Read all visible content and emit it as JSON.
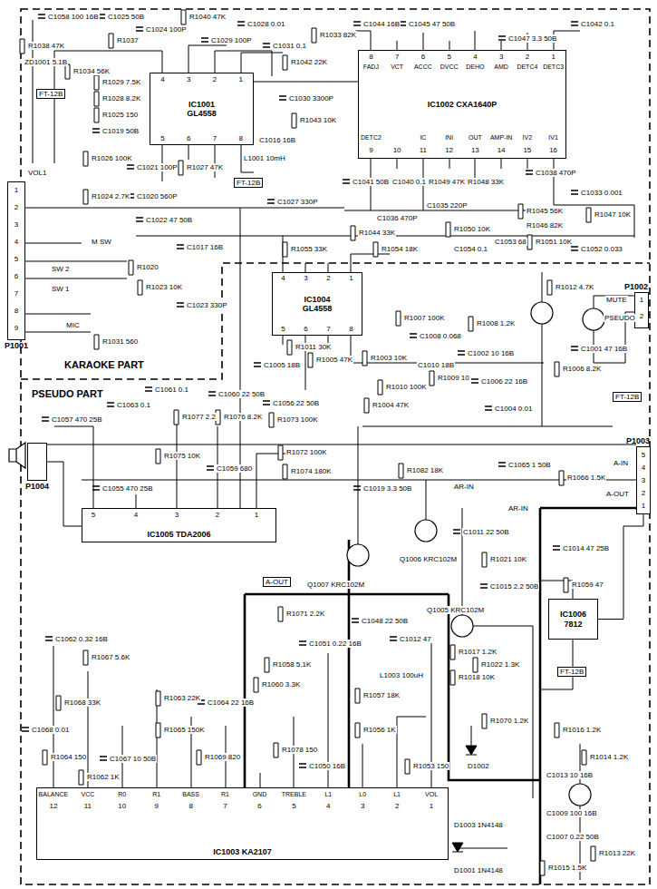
{
  "diagram": {
    "nodes": [
      {
        "text": [
          "IC1001",
          "GL4558"
        ]
      },
      {
        "text": [
          "IC1002 CXA1640P"
        ]
      },
      {
        "text": [
          "IC1004",
          "GL4558"
        ]
      },
      {
        "text": [
          "IC1005 TDA2006"
        ]
      },
      {
        "text": [
          "IC1003 KA2107"
        ]
      },
      {
        "text": [
          "IC1006",
          "7812"
        ]
      },
      {
        "text": [
          "P1001"
        ]
      },
      {
        "text": [
          "P1002"
        ]
      },
      {
        "text": [
          "P1003"
        ]
      },
      {
        "text": [
          "P1004"
        ]
      }
    ],
    "edges": [
      {
        "from": 0,
        "to": 1,
        "arrow": "none"
      },
      {
        "from": 5,
        "to": 8,
        "arrow": "none"
      },
      {
        "from": 3,
        "to": 9,
        "arrow": "none"
      }
    ],
    "labels": [
      "ZD1001 5.1B",
      "C1058 100 16B",
      "R1038 47K",
      "C1025 50B",
      "R1037",
      "C1024 100P",
      "R1040 47K",
      "C1029 100P",
      "C1028 0.01",
      "C1031 0.1",
      "R1042 22K",
      "R1033 82K",
      "C1044 16B",
      "C1045 47 50B",
      "C1047 3.3 50B",
      "C1042 0.1",
      "R1034 56K",
      "R1029 7.5K",
      "R1028 8.2K",
      "R1025 150",
      "C1019 50B",
      "R1026 100K",
      "R1024 2.7K",
      "C1021 100P",
      "C1020 560P",
      "R1027 47K",
      "C1016 16B",
      "C1030 3300P",
      "R1043 10K",
      "L1001 10mH",
      "FT-12B",
      "C1027 330P",
      "FT-12B",
      "VOL1",
      "M SW",
      "C1022 47 50B",
      "C1017 16B",
      "R1020",
      "R1023 10K",
      "C1023 330P",
      "SW 2",
      "SW 1",
      "MIC",
      "R1031 560",
      "KARAOKE PART",
      "PSEUDO PART",
      "FADJ",
      "VCT",
      "ACCC",
      "DVCC",
      "DEHO",
      "AMD",
      "DETC4",
      "DETC3",
      "DETC2",
      "IC",
      "INI",
      "OUT",
      "AMP-IN",
      "IV2",
      "IV1",
      "8",
      "7",
      "6",
      "5",
      "4",
      "3",
      "2",
      "1",
      "9",
      "10",
      "11",
      "12",
      "13",
      "14",
      "15",
      "16",
      "C1041 50B",
      "C1040 0.1",
      "R1049 47K",
      "R1048 33K",
      "C1038 470P",
      "C1035 220P",
      "C1036 470P",
      "R1044 33K",
      "C1033 0.001",
      "R1047 10K",
      "R1045 56K",
      "R1046 82K",
      "R1055 33K",
      "R1054 18K",
      "C1054 0.1",
      "R1050 10K",
      "C1052 0.033",
      "R1051 10K",
      "C1053 68",
      "MUTE",
      "PSEUDO",
      "R1012 4.7K",
      "C1001 47 16B",
      "R1006 8.2K",
      "R1008 1.2K",
      "C1002 10 16B",
      "C1008 0.068",
      "R1007 100K",
      "R1003 10K",
      "R1011 30K",
      "R1005 47K",
      "C1005 18B",
      "C1010 18B",
      "R1009 10",
      "C1006 22 16B",
      "R1010 100K",
      "C1004 0.01",
      "R1004 47K",
      "FT-12B",
      "C1061 0.1",
      "R1077 2.2",
      "R1076 8.2K",
      "C1060 22 50B",
      "C1057 470 25B",
      "C1063 0.1",
      "R1073 100K",
      "C1056 22 50B",
      "R1072 100K",
      "R1074 180K",
      "C1059 680",
      "R1075 10K",
      "C1055 470 25B",
      "R1082 18K",
      "C1065 1 50B",
      "R1066 1.5K",
      "A-IN",
      "AR-IN",
      "A-OUT",
      "C1019 3.3 50B",
      "5",
      "4",
      "3",
      "2",
      "1",
      "Q1007 KRC102M",
      "Q1006 KRC102M",
      "Q1005 KRC102M",
      "C1011 22 50B",
      "R1021 10K",
      "C1014 47 25B",
      "R1059 47",
      "C1015 2.2 50B",
      "AR-IN",
      "FT-12B",
      "A-OUT",
      "R1071 2.2K",
      "C1012 47",
      "R1022 1.3K",
      "R1017 1.2K",
      "R1018 10K",
      "C1048 22 50B",
      "L1003 100uH",
      "R1057 18K",
      "R1056 1K",
      "C1051 0.22 16B",
      "R1058 5.1K",
      "R1060 3.3K",
      "R1078 150",
      "C1050 16B",
      "R1053 150",
      "R1063 22K",
      "C1064 22 16B",
      "R1065 150K",
      "R1069 820",
      "C1062 0.32 16B",
      "R1067 5.6K",
      "R1068 33K",
      "C1068 0.01",
      "R1064 150",
      "R1062 1K",
      "C1067 10 50B",
      "D1002",
      "D1001 1N4148",
      "R1070 1.2K",
      "R1016 1.2K",
      "R1014 1.2K",
      "C1013 10 16B",
      "C1009 100 16B",
      "R1013 22K",
      "C1007 0.22 50B",
      "R1015 1.5K",
      "D1003 1N4148",
      "BALANCE",
      "VCC",
      "R0",
      "R1",
      "BASS",
      "R1",
      "GND",
      "TREBLE",
      "L1",
      "L0",
      "L1",
      "VOL",
      "12",
      "11",
      "10",
      "9",
      "8",
      "7",
      "6",
      "5",
      "4",
      "3",
      "2",
      "1",
      "1",
      "2",
      "3",
      "4",
      "5",
      "6",
      "7",
      "8",
      "9",
      "1",
      "2",
      "5",
      "4",
      "3",
      "2",
      "1",
      "4",
      "3",
      "2",
      "1",
      "5",
      "6",
      "7",
      "8",
      "4",
      "3",
      "2",
      "1",
      "5",
      "6",
      "7",
      "8"
    ]
  }
}
